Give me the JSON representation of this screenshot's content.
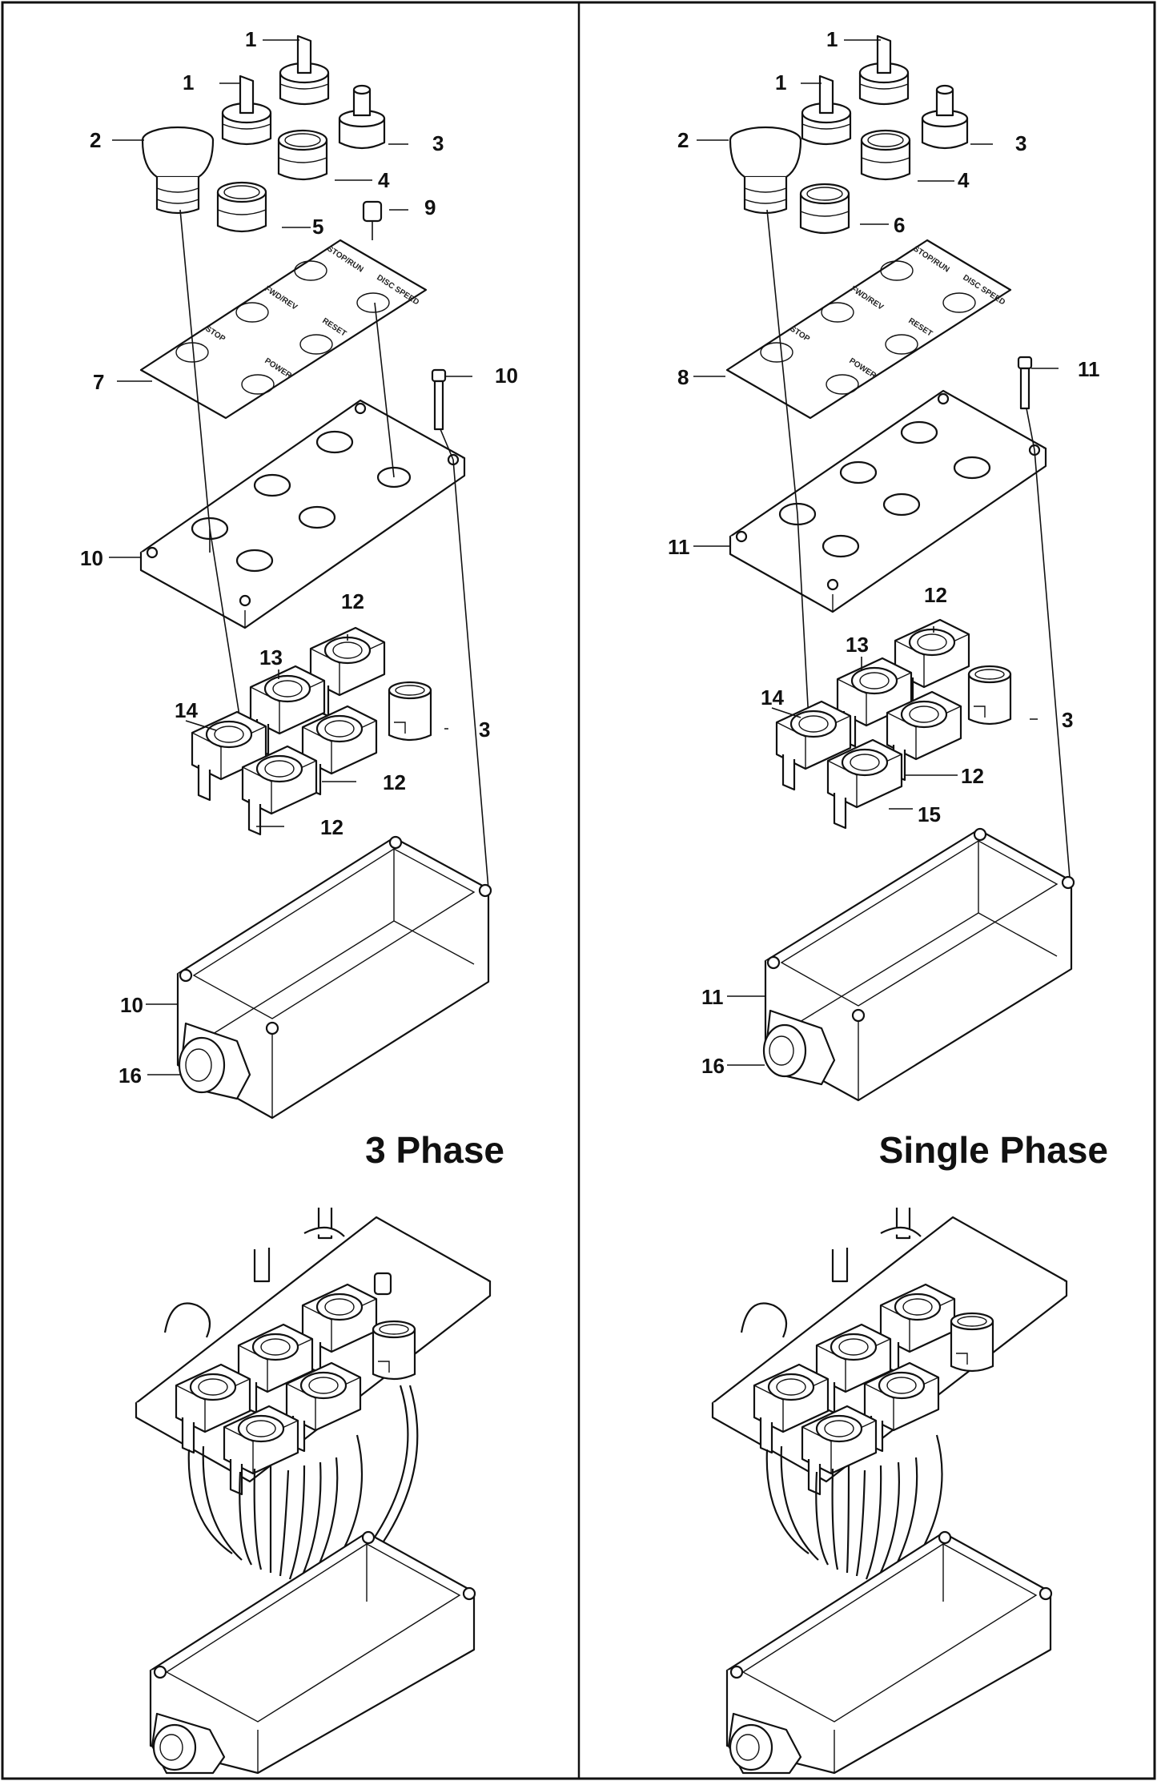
{
  "panels": [
    {
      "title": "3 Phase",
      "callouts": [
        "1",
        "1",
        "2",
        "3",
        "4",
        "5",
        "9",
        "7",
        "10",
        "10",
        "12",
        "13",
        "14",
        "3",
        "12",
        "12",
        "10",
        "16"
      ],
      "plate_labels": [
        "STOP/RUN",
        "DISC SPEED",
        "FWD/REV",
        "RESET",
        "STOP",
        "POWER"
      ]
    },
    {
      "title": "Single Phase",
      "callouts": [
        "1",
        "1",
        "2",
        "3",
        "4",
        "6",
        "8",
        "11",
        "11",
        "12",
        "13",
        "14",
        "3",
        "12",
        "15",
        "11",
        "16"
      ],
      "plate_labels": [
        "STOP/RUN",
        "DISC SPEED",
        "FWD/REV",
        "RESET",
        "STOP",
        "POWER"
      ]
    }
  ],
  "colors": {
    "line": "#111111",
    "background": "#ffffff",
    "shade": "#e6e6e6"
  }
}
